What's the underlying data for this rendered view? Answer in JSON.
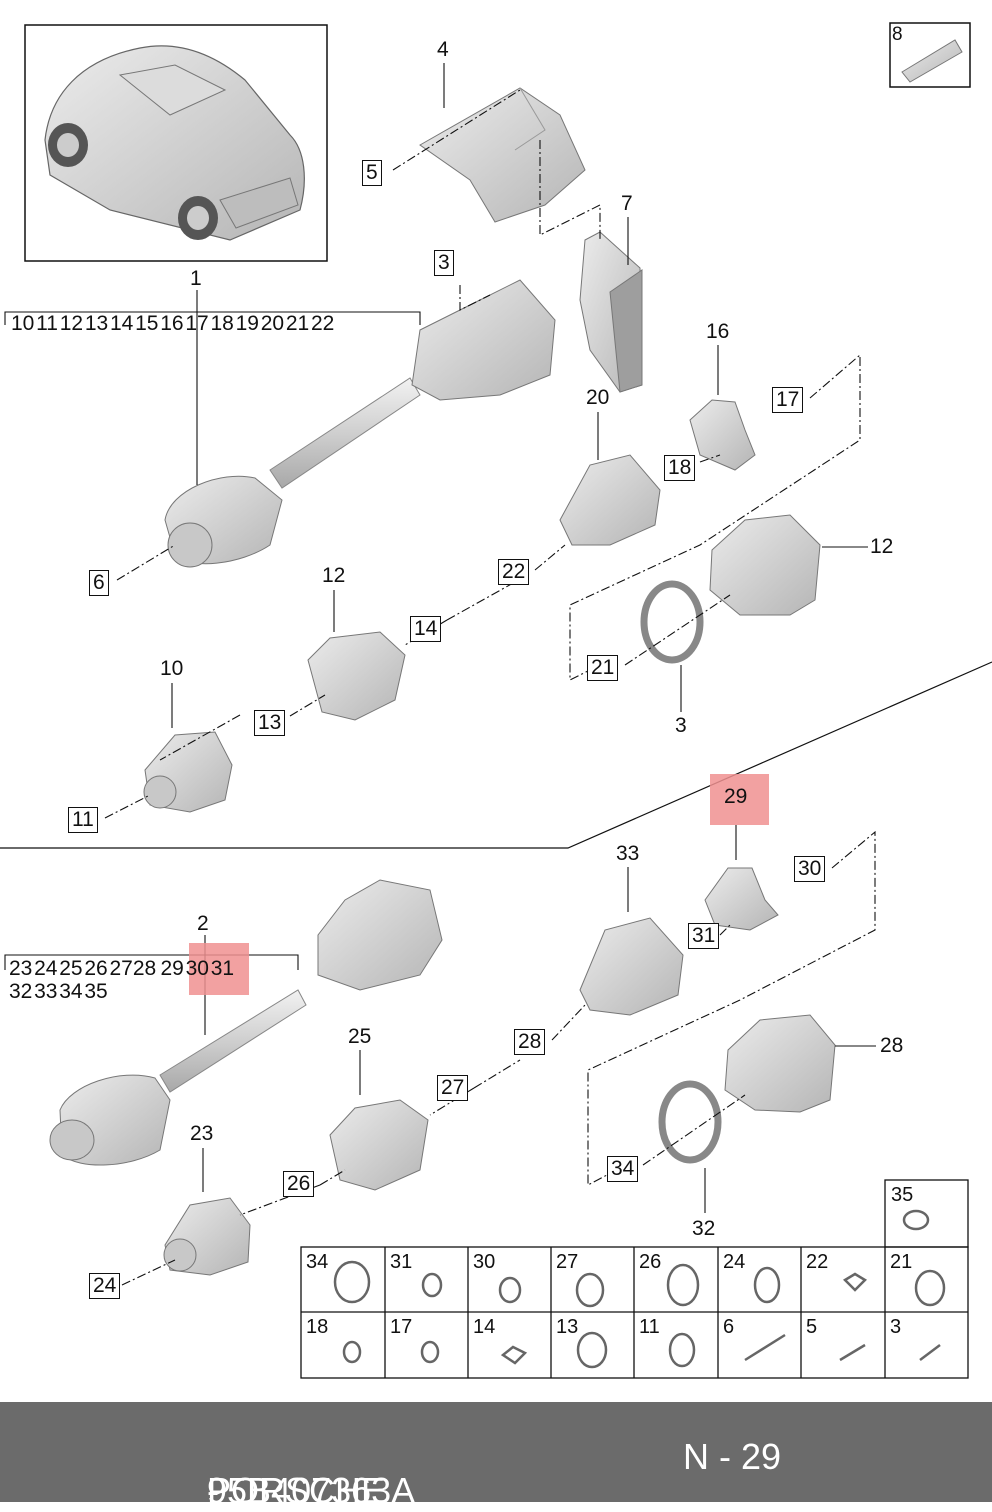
{
  "title": {
    "brand": "PORSCHE",
    "separator": "-",
    "part_number": "95B407363A",
    "position": "N - 29"
  },
  "highlight_color": "#f09090",
  "highlighted_ref": "29",
  "group_front": {
    "shaft_ref": "1",
    "sequence": [
      "10",
      "11",
      "12",
      "13",
      "14",
      "15",
      "16",
      "17",
      "18",
      "19",
      "20",
      "21",
      "22"
    ]
  },
  "group_rear": {
    "shaft_ref": "2",
    "sequence_line1": [
      "23",
      "24",
      "25",
      "26",
      "27",
      "28",
      "29",
      "30",
      "31"
    ],
    "sequence_line2": [
      "32",
      "33",
      "34",
      "35"
    ]
  },
  "callouts_plain": [
    "4",
    "7",
    "16",
    "20",
    "12",
    "12",
    "10",
    "3",
    "33",
    "25",
    "23",
    "28",
    "32",
    "8"
  ],
  "callouts_boxed": [
    "5",
    "3",
    "17",
    "18",
    "6",
    "22",
    "14",
    "13",
    "21",
    "11",
    "30",
    "31",
    "28",
    "27",
    "34",
    "26",
    "24"
  ],
  "callout_29": "29",
  "parts_table": {
    "corner": "35",
    "row1": [
      "34",
      "31",
      "30",
      "27",
      "26",
      "24",
      "22",
      "21"
    ],
    "row2": [
      "18",
      "17",
      "14",
      "13",
      "11",
      "6",
      "5",
      "3"
    ]
  }
}
